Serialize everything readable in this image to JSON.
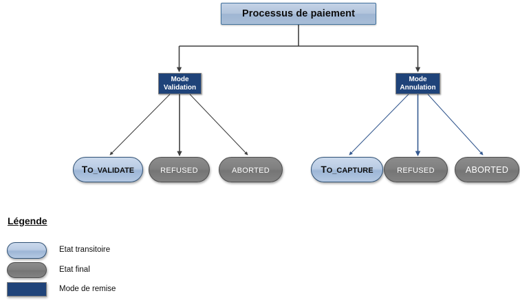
{
  "diagram": {
    "title": "Processus de paiement",
    "root": {
      "label": "Processus de paiement"
    },
    "modes": [
      {
        "id": "mode-validation",
        "line1": "Mode",
        "line2": "Validation",
        "arrow_color": "#3F3F3F"
      },
      {
        "id": "mode-annulation",
        "line1": "Mode",
        "line2": "Annulation",
        "arrow_color": "#35598F"
      }
    ],
    "states": [
      {
        "id": "to-validate",
        "label": "To_validate",
        "first": "T",
        "rest": "O_VALIDATE",
        "type": "transient",
        "parent": "mode-validation"
      },
      {
        "id": "refused-validation",
        "label": "REFUSED",
        "first": "",
        "rest": "REFUSED",
        "type": "final",
        "parent": "mode-validation"
      },
      {
        "id": "aborted-validation",
        "label": "ABORTED",
        "first": "",
        "rest": "ABORTED",
        "type": "final",
        "parent": "mode-validation"
      },
      {
        "id": "to-capture",
        "label": "To_capture",
        "first": "T",
        "rest": "O_CAPTURE",
        "type": "transient",
        "parent": "mode-annulation"
      },
      {
        "id": "refused-annulation",
        "label": "REFUSED",
        "first": "",
        "rest": "REFUSED",
        "type": "final",
        "parent": "mode-annulation"
      },
      {
        "id": "aborted-annulation",
        "label": "ABORTED",
        "first": "",
        "rest": "ABORTED",
        "type": "final",
        "parent": "mode-annulation"
      }
    ]
  },
  "legend": {
    "title": "Légende",
    "items": [
      {
        "shape": "pill-transient",
        "label": "Etat transitoire"
      },
      {
        "shape": "pill-final",
        "label": "Etat final"
      },
      {
        "shape": "rect-mode",
        "label": "Mode de remise"
      }
    ]
  },
  "colors": {
    "mode_fill": "#1F4379",
    "transient_fill": "#BACCE4",
    "final_fill": "#808080",
    "root_fill": "#B2C4DC",
    "root_border": "#41719C",
    "arrow_black": "#3F3F3F",
    "arrow_blue": "#35598F"
  }
}
